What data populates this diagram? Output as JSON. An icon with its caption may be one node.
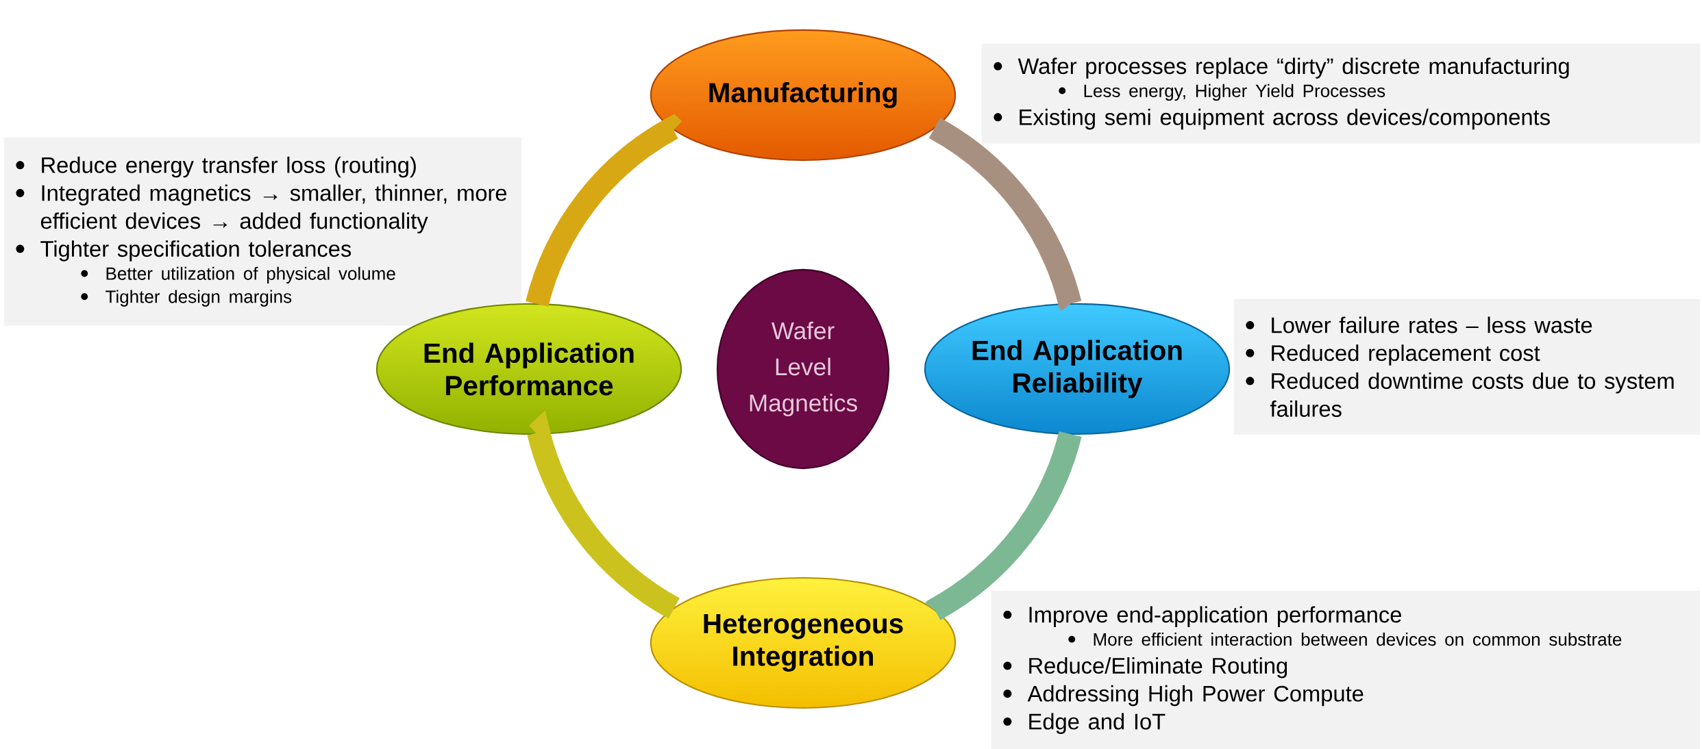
{
  "diagram": {
    "nodes": [
      {
        "text": [
          "Manufacturing"
        ]
      },
      {
        "text": [
          "Wafer processes replace “dirty” discrete manufacturing",
          "Less energy, Higher Yield Processes",
          "Existing semi equipment across devices/components"
        ]
      },
      {
        "text": [
          "Reduce energy transfer loss (routing)",
          "Integrated magnetics → smaller, thinner, more efficient devices → added functionality",
          "Tighter specification tolerances",
          "Better utilization of physical volume",
          "Tighter design margins"
        ]
      },
      {
        "text": [
          "End Application Performance"
        ]
      },
      {
        "text": [
          "Wafer Level Magnetics"
        ]
      },
      {
        "text": [
          "End Application Reliability"
        ]
      },
      {
        "text": [
          "Lower failure rates – less waste",
          "Reduced replacement cost",
          "Reduced downtime costs due to system failures"
        ]
      },
      {
        "text": [
          "Heterogeneous Integration"
        ]
      },
      {
        "text": [
          "Improve end-application performance",
          "More efficient interaction between devices on common substrate",
          "Reduce/Eliminate Routing",
          "Addressing High Power Compute",
          "Edge and IoT"
        ]
      }
    ],
    "edges": [
      {
        "from": 0,
        "to": 5,
        "arrow": "none",
        "color": "#a89080"
      },
      {
        "from": 5,
        "to": 7,
        "arrow": "none",
        "color": "#7cb894"
      },
      {
        "from": 7,
        "to": 3,
        "arrow": "none",
        "color": "#cbc21e"
      },
      {
        "from": 3,
        "to": 0,
        "arrow": "none",
        "color": "#d8a814"
      }
    ]
  }
}
